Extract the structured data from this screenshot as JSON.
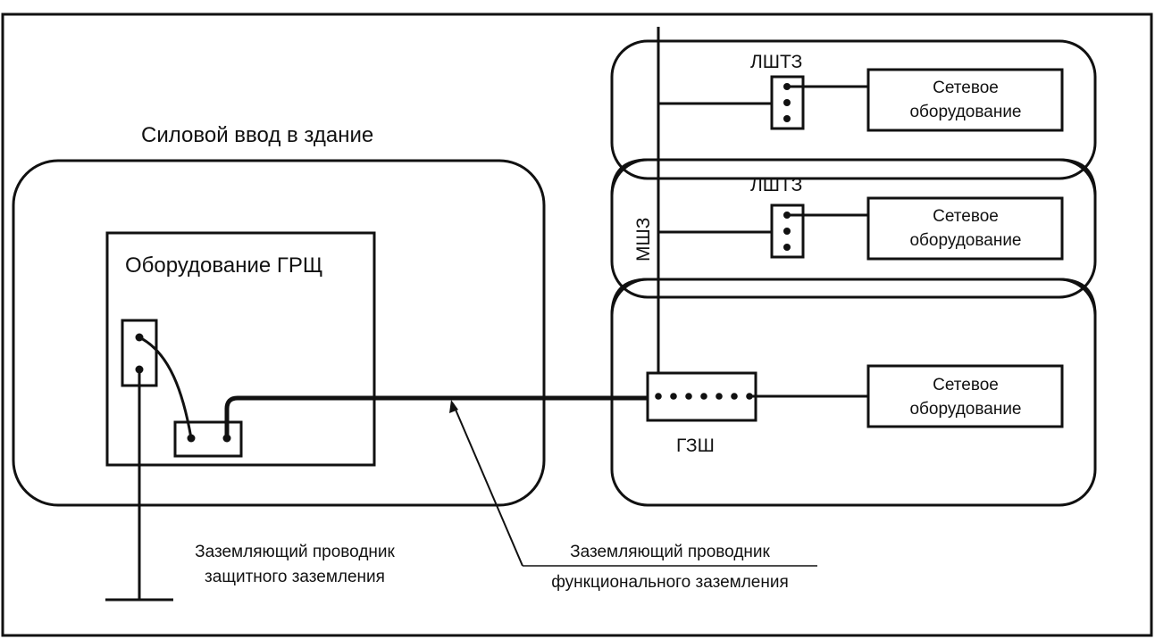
{
  "diagram": {
    "title_building_input": "Силовой ввод в здание",
    "grsh_equipment": "Оборудование ГРЩ",
    "ms_label": "МШЗ",
    "lsht_label_1": "ЛШТЗ",
    "lsht_label_2": "ЛШТЗ",
    "gzsh_label": "ГЗШ",
    "network_equipment_1": [
      "Сетевое",
      "оборудование"
    ],
    "network_equipment_2": [
      "Сетевое",
      "оборудование"
    ],
    "network_equipment_3": [
      "Сетевое",
      "оборудование"
    ],
    "protective_ground_label": [
      "Заземляющий проводник",
      "защитного заземления"
    ],
    "functional_ground_label": [
      "Заземляющий проводник",
      "функционального заземления"
    ]
  }
}
